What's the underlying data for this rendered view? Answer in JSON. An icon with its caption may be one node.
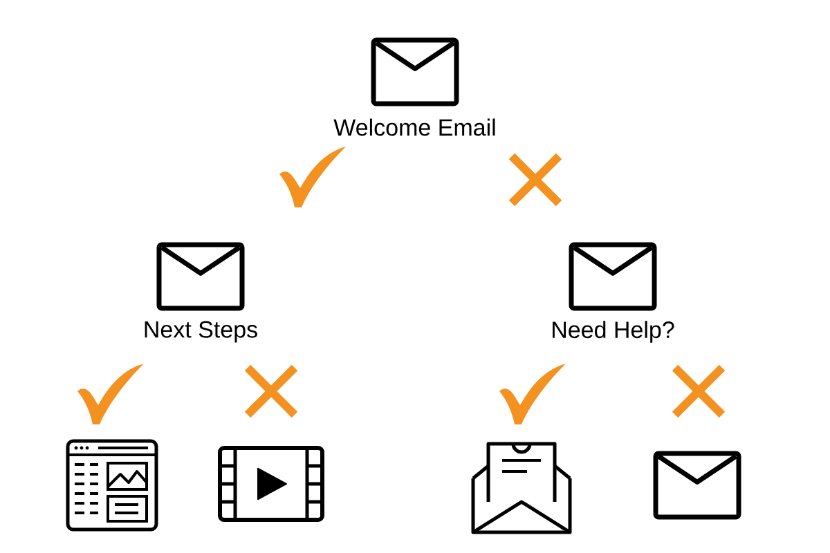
{
  "diagram": {
    "nodes": [
      {
        "text": [
          "Welcome Email"
        ]
      },
      {
        "text": [
          "Next Steps"
        ]
      },
      {
        "text": [
          "Need Help?"
        ]
      },
      {
        "text": [],
        "shape": "browser"
      },
      {
        "text": [],
        "shape": "film"
      },
      {
        "text": [],
        "shape": "letter"
      },
      {
        "text": [],
        "shape": "envelope"
      }
    ]
  }
}
